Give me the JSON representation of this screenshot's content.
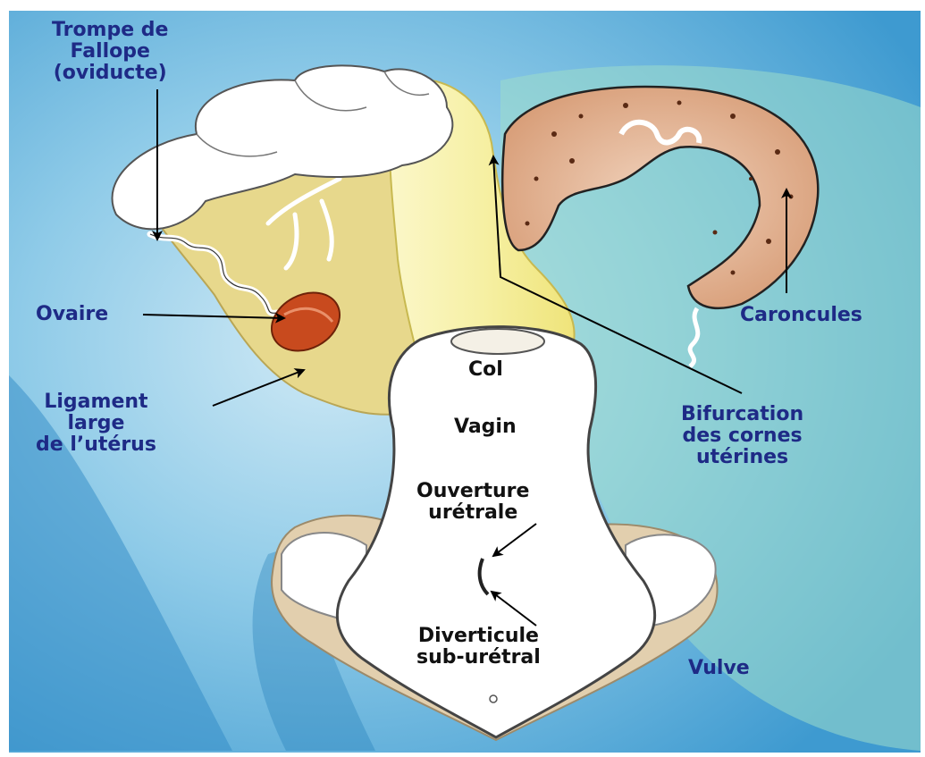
{
  "labels": {
    "trompe": [
      "Trompe de",
      "Fallope",
      "(oviducte)"
    ],
    "ovaire": "Ovaire",
    "ligament": [
      "Ligament",
      "large",
      "de l’utérus"
    ],
    "caroncules": "Caroncules",
    "bifurcation": [
      "Bifurcation",
      "des cornes",
      "utérines"
    ],
    "col": "Col",
    "vagin": "Vagin",
    "ouverture": [
      "Ouverture",
      "urétrale"
    ],
    "diverticule": [
      "Diverticule",
      "sub-urétral"
    ],
    "vulve": "Vulve"
  },
  "colors": {
    "label_blue": "#1e2a86",
    "background_blue": "#4aa8d8",
    "background_teal": "#8fd6c4",
    "broad_ligament": "#e8d98a",
    "uterus_yellow": "#f4ee9a",
    "horn_tissue": "#d9a07a",
    "ovary": "#c84a1e",
    "vulva_tan": "#e2cfae"
  }
}
